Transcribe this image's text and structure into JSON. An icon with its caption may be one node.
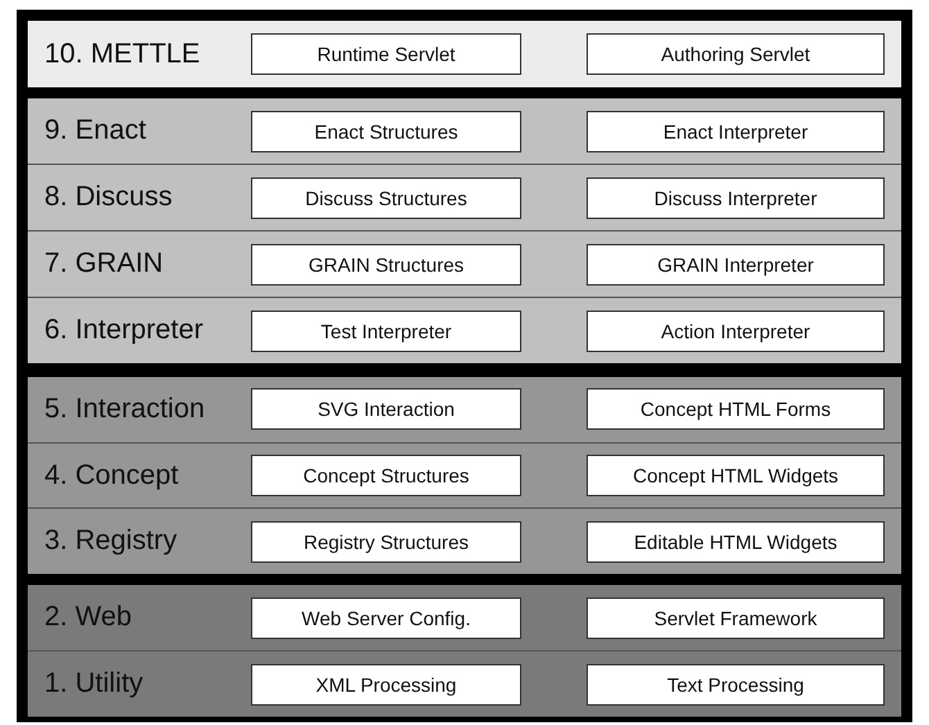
{
  "diagram": {
    "nodes": [
      {
        "text": [],
        "shape": "box"
      },
      {
        "text": [
          "10. METTLE"
        ],
        "in": 0
      },
      {
        "text": [
          "Runtime Servlet"
        ],
        "in": 1
      },
      {
        "text": [
          "Authoring Servlet"
        ],
        "in": 1
      },
      {
        "text": [],
        "shape": "box"
      },
      {
        "text": [
          "9. Enact"
        ],
        "in": 4
      },
      {
        "text": [
          "Enact Structures"
        ],
        "in": 5
      },
      {
        "text": [
          "Enact Interpreter"
        ],
        "in": 5
      },
      {
        "text": [
          "8. Discuss"
        ],
        "in": 4
      },
      {
        "text": [
          "Discuss Structures"
        ],
        "in": 8
      },
      {
        "text": [
          "Discuss Interpreter"
        ],
        "in": 8
      },
      {
        "text": [
          "7. GRAIN"
        ],
        "in": 4
      },
      {
        "text": [
          "GRAIN Structures"
        ],
        "in": 11
      },
      {
        "text": [
          "GRAIN Interpreter"
        ],
        "in": 11
      },
      {
        "text": [
          "6. Interpreter"
        ],
        "in": 4
      },
      {
        "text": [
          "Test Interpreter"
        ],
        "in": 14
      },
      {
        "text": [
          "Action Interpreter"
        ],
        "in": 14
      },
      {
        "text": [],
        "shape": "box"
      },
      {
        "text": [
          "5. Interaction"
        ],
        "in": 17
      },
      {
        "text": [
          "SVG Interaction"
        ],
        "in": 18
      },
      {
        "text": [
          "Concept HTML Forms"
        ],
        "in": 18
      },
      {
        "text": [
          "4. Concept"
        ],
        "in": 17
      },
      {
        "text": [
          "Concept Structures"
        ],
        "in": 21
      },
      {
        "text": [
          "Concept HTML Widgets"
        ],
        "in": 21
      },
      {
        "text": [
          "3. Registry"
        ],
        "in": 17
      },
      {
        "text": [
          "Registry Structures"
        ],
        "in": 24
      },
      {
        "text": [
          "Editable HTML Widgets"
        ],
        "in": 24
      },
      {
        "text": [],
        "shape": "box"
      },
      {
        "text": [
          "2. Web"
        ],
        "in": 27
      },
      {
        "text": [
          "Web Server Config."
        ],
        "in": 28
      },
      {
        "text": [
          "Servlet Framework"
        ],
        "in": 28
      },
      {
        "text": [
          "1. Utility"
        ],
        "in": 27
      },
      {
        "text": [
          "XML Processing"
        ],
        "in": 31
      },
      {
        "text": [
          "Text Processing"
        ],
        "in": 31
      }
    ]
  }
}
